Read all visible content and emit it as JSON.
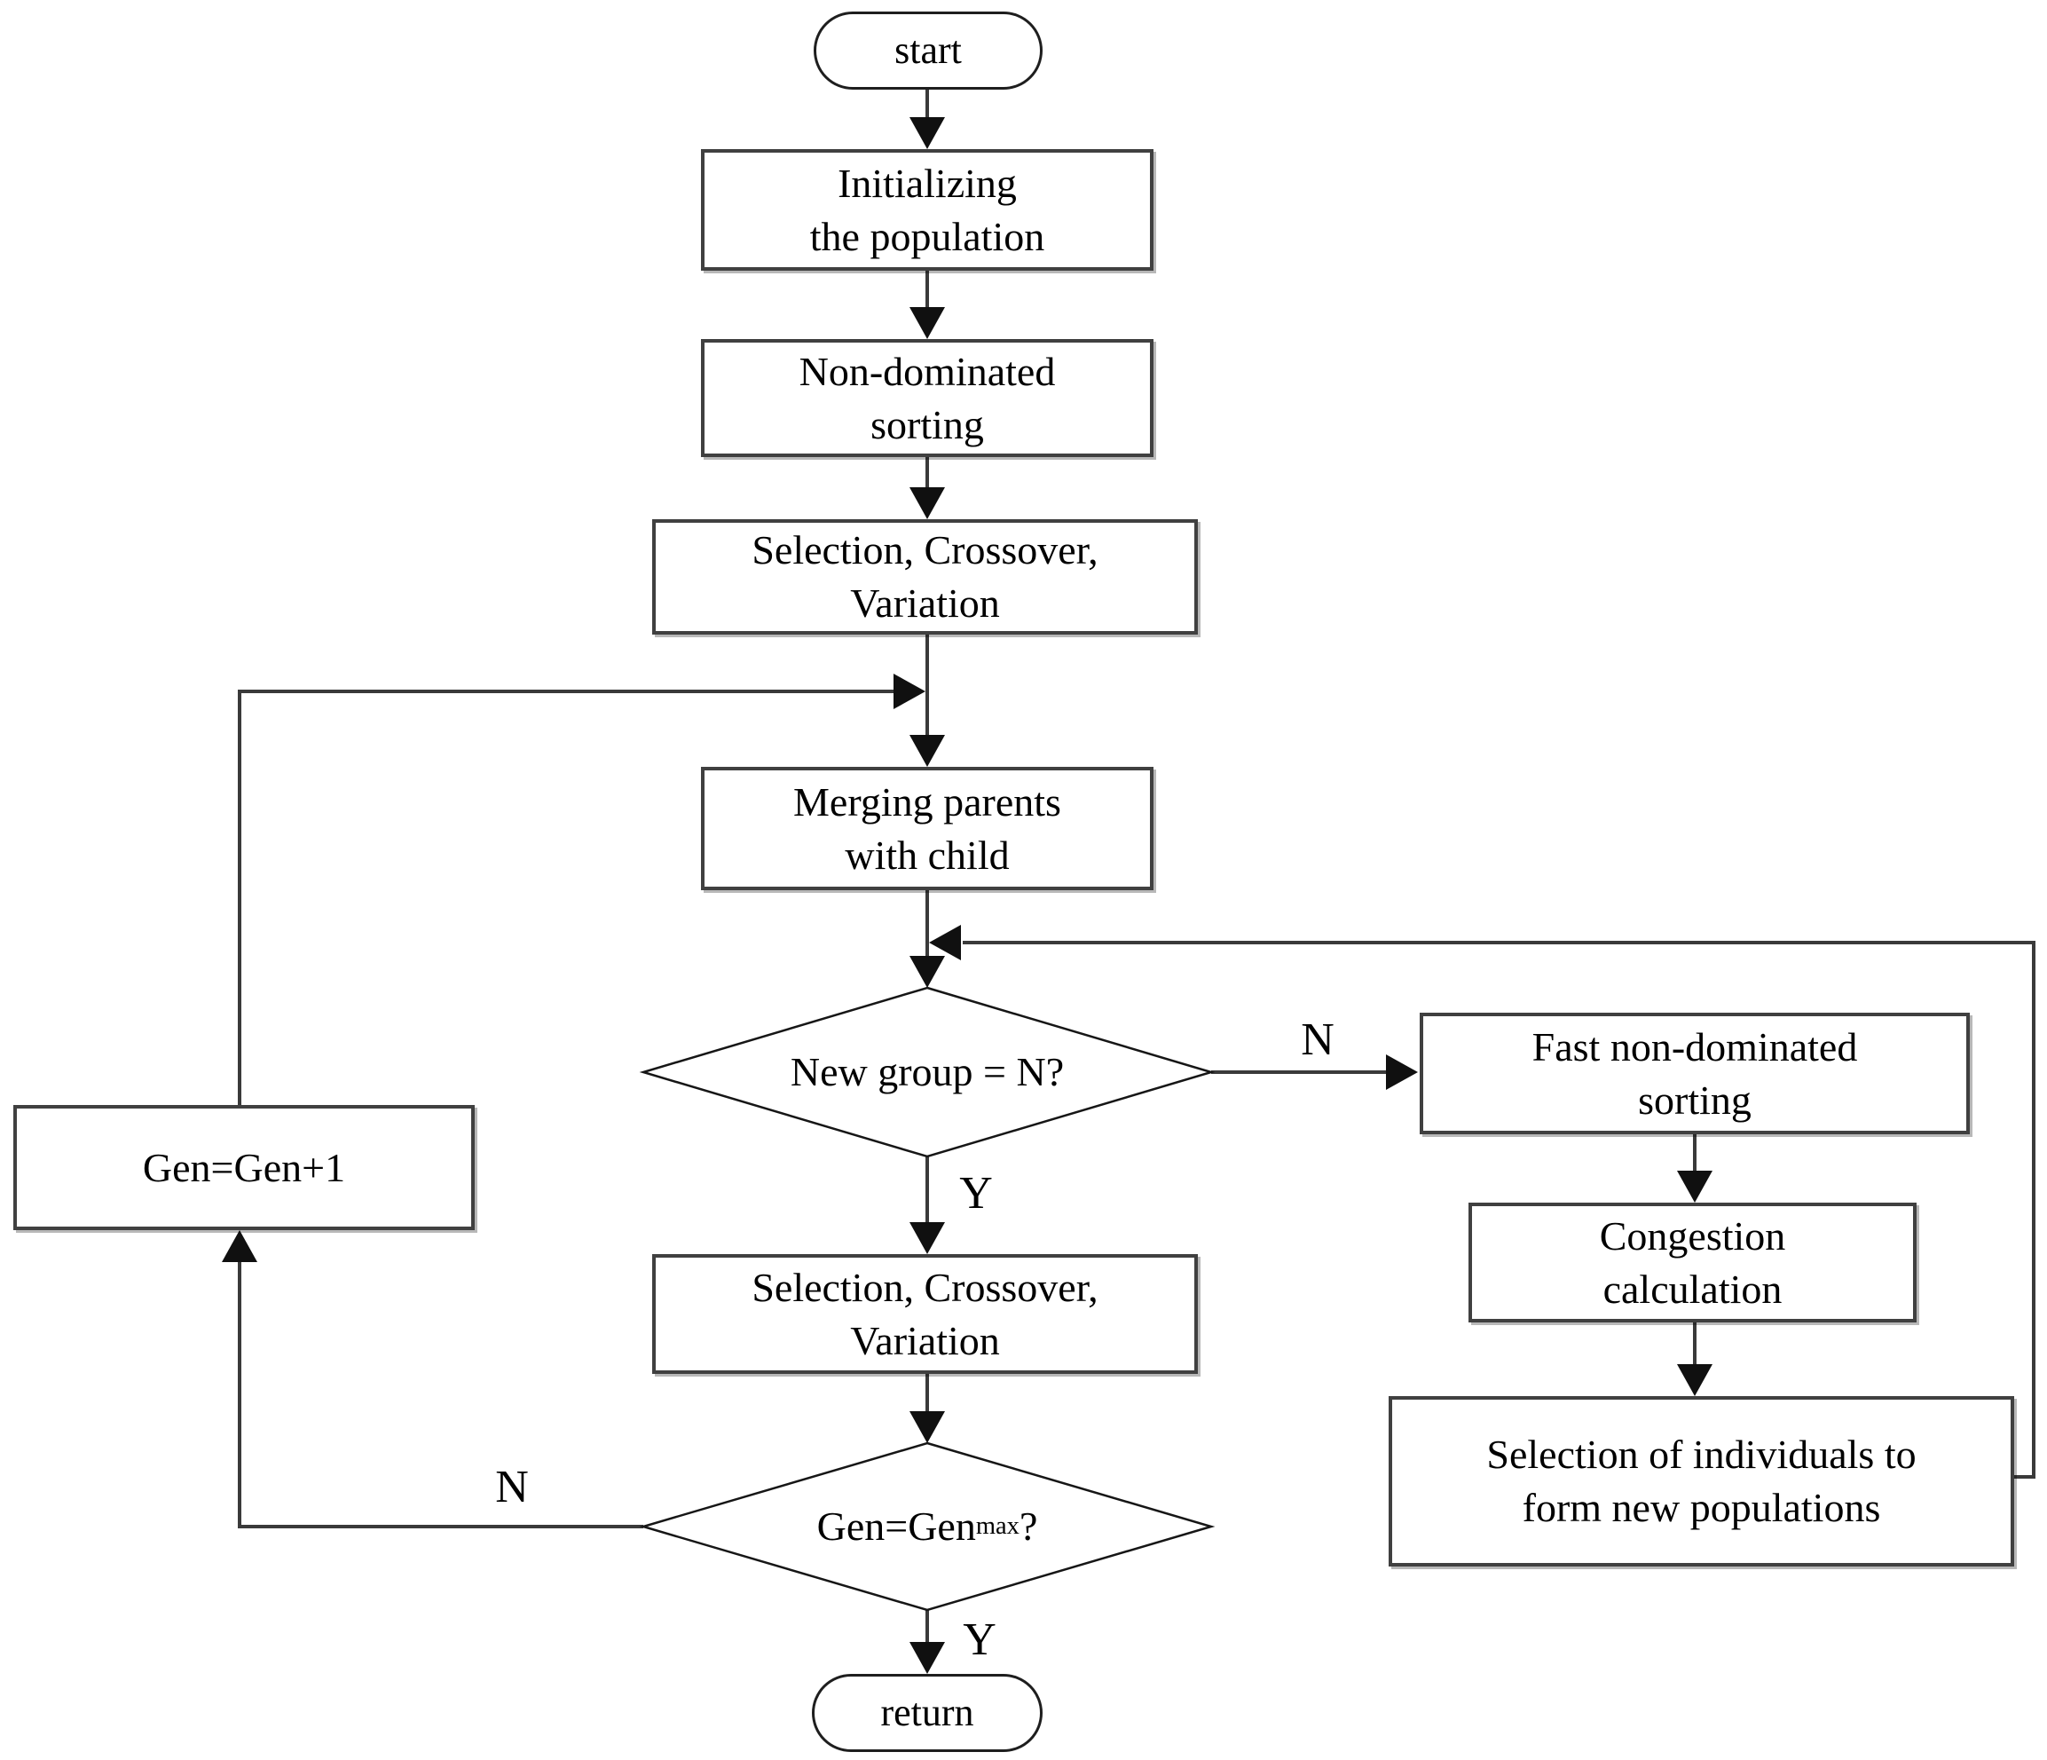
{
  "diagram": {
    "background": "#ffffff",
    "line_color": "#3a3a3a",
    "arrow_color": "#101010",
    "text_color": "#000000"
  },
  "nodes": {
    "start": {
      "label": "start"
    },
    "initializing": {
      "label": "Initializing\nthe population"
    },
    "non_dominated_sorting": {
      "label": "Non-dominated\nsorting"
    },
    "selection_crossover_variation_top": {
      "label": "Selection, Crossover,\nVariation"
    },
    "merging_parents": {
      "label": "Merging parents\nwith child"
    },
    "new_group_decision": {
      "label": "New group = N?"
    },
    "fast_non_dominated_sorting": {
      "label": "Fast non-dominated\nsorting"
    },
    "congestion_calculation": {
      "label": "Congestion\ncalculation"
    },
    "selection_of_individuals": {
      "label": "Selection of individuals to\nform new populations"
    },
    "selection_crossover_variation_bottom": {
      "label": "Selection, Crossover,\nVariation"
    },
    "gen_increment": {
      "label": "Gen=Gen+1"
    },
    "gen_max_decision": {
      "base": "Gen=Gen",
      "subscript": "max",
      "suffix": "?"
    },
    "return": {
      "label": "return"
    }
  },
  "edge_labels": {
    "new_group_no": "N",
    "new_group_yes": "Y",
    "gen_max_no": "N",
    "gen_max_yes": "Y"
  }
}
